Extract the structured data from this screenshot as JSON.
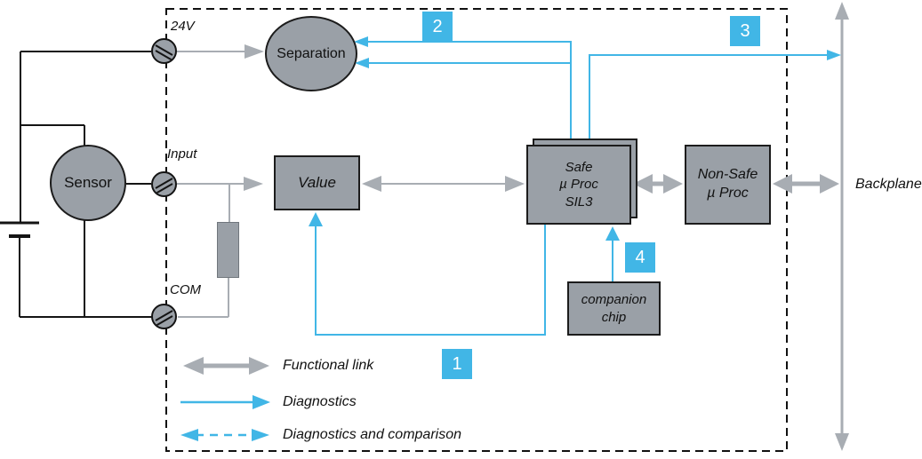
{
  "colors": {
    "accent_blue": "#41b6e6",
    "block_fill": "#9aa0a7",
    "link_gray": "#a8adb3",
    "wire_black": "#141414"
  },
  "terminals": {
    "t24v": "24V",
    "input": "Input",
    "com": "COM"
  },
  "blocks": {
    "sensor": "Sensor",
    "separation": "Separation",
    "value": "Value",
    "safe_proc": "Safe\nµ Proc\nSIL3",
    "non_safe_proc": "Non-Safe\nµ Proc",
    "companion_chip": "companion\nchip"
  },
  "backplane_label": "Backplane",
  "callouts": {
    "c1": "1",
    "c2": "2",
    "c3": "3",
    "c4": "4"
  },
  "legend": {
    "functional_link": "Functional link",
    "diagnostics": "Diagnostics",
    "diagnostics_comparison": "Diagnostics and comparison"
  }
}
